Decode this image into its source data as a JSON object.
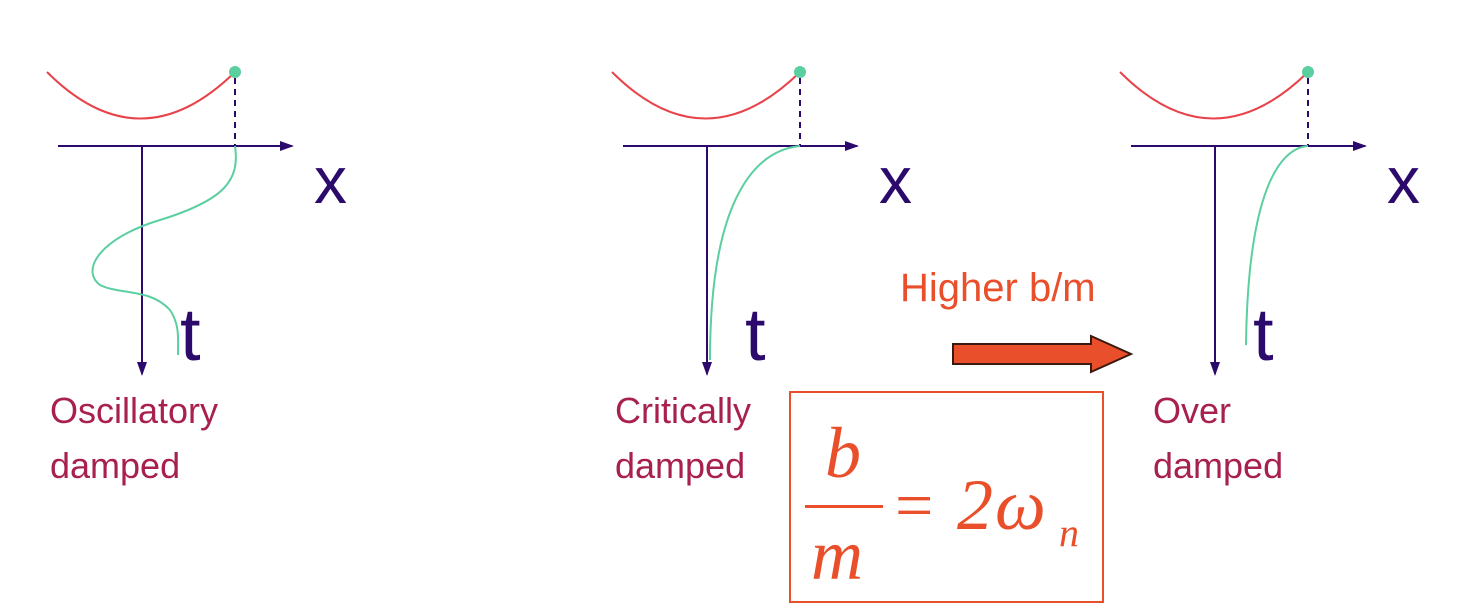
{
  "panels": [
    {
      "id": "oscillatory",
      "x_label": "x",
      "t_label": "t",
      "caption_line1": "Oscillatory",
      "caption_line2": "damped"
    },
    {
      "id": "critical",
      "x_label": "x",
      "t_label": "t",
      "caption_line1": "Critically",
      "caption_line2": "damped"
    },
    {
      "id": "over",
      "x_label": "x",
      "t_label": "t",
      "caption_line1": "Over",
      "caption_line2": "damped"
    }
  ],
  "arrow_label": "Higher b/m",
  "equation": {
    "numerator": "b",
    "denominator": "m",
    "equals": "=",
    "coefficient": "2",
    "omega": "ω",
    "subscript": "n"
  },
  "colors": {
    "axis": "#2b0a6b",
    "potential_curve": "#e8424a",
    "trajectory": "#5bcf9f",
    "caption": "#a8204f",
    "accent": "#e84f2a"
  }
}
